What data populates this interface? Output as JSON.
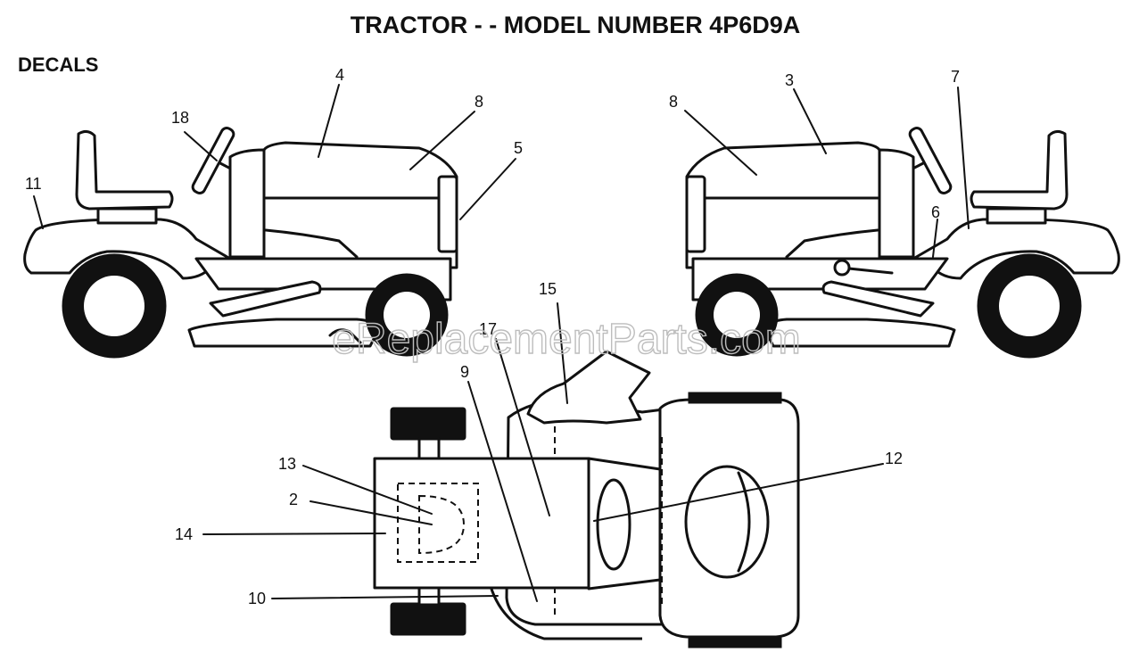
{
  "title": "TRACTOR - - MODEL NUMBER 4P6D9A",
  "section_label": "DECALS",
  "watermark": "eReplacementParts.com",
  "callouts": {
    "c18": "18",
    "c4": "4",
    "c8_left": "8",
    "c5": "5",
    "c11": "11",
    "c8_right": "8",
    "c3": "3",
    "c7": "7",
    "c6": "6",
    "c15": "15",
    "c17": "17",
    "c9": "9",
    "c13": "13",
    "c2": "2",
    "c14": "14",
    "c12": "12",
    "c10": "10"
  },
  "colors": {
    "ink": "#111111",
    "background": "#ffffff",
    "watermark": "#bdbdbd"
  }
}
